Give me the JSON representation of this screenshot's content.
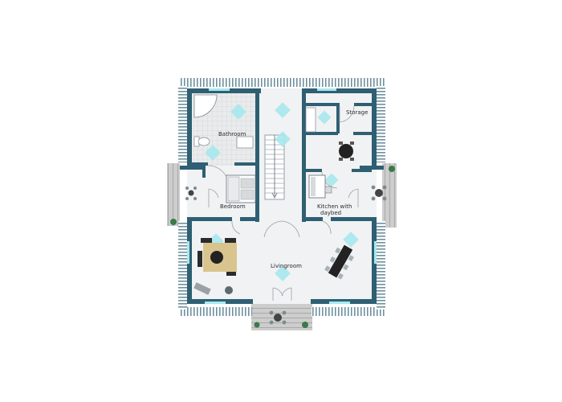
{
  "rooms": {
    "bathroom": "Bathroom",
    "storage": "Storage",
    "bedroom": "Bedroom",
    "kitchen_line1": "Kitchen with",
    "kitchen_line2": "daybed",
    "livingroom": "Livingroom"
  },
  "colors": {
    "wall": "#2e5f73",
    "floor": "#f1f2f3",
    "deck": "#c9c9c9",
    "deck_line": "#a9a9a9",
    "light": "#a8e8ef",
    "table_wood": "#d9c48e",
    "dark_furniture": "#222222"
  },
  "icons": [
    "skylight-icon",
    "plant-icon",
    "round-table-icon",
    "sofa-icon",
    "bed-icon",
    "shower-icon",
    "toilet-icon",
    "stairs-icon",
    "door-icon"
  ]
}
